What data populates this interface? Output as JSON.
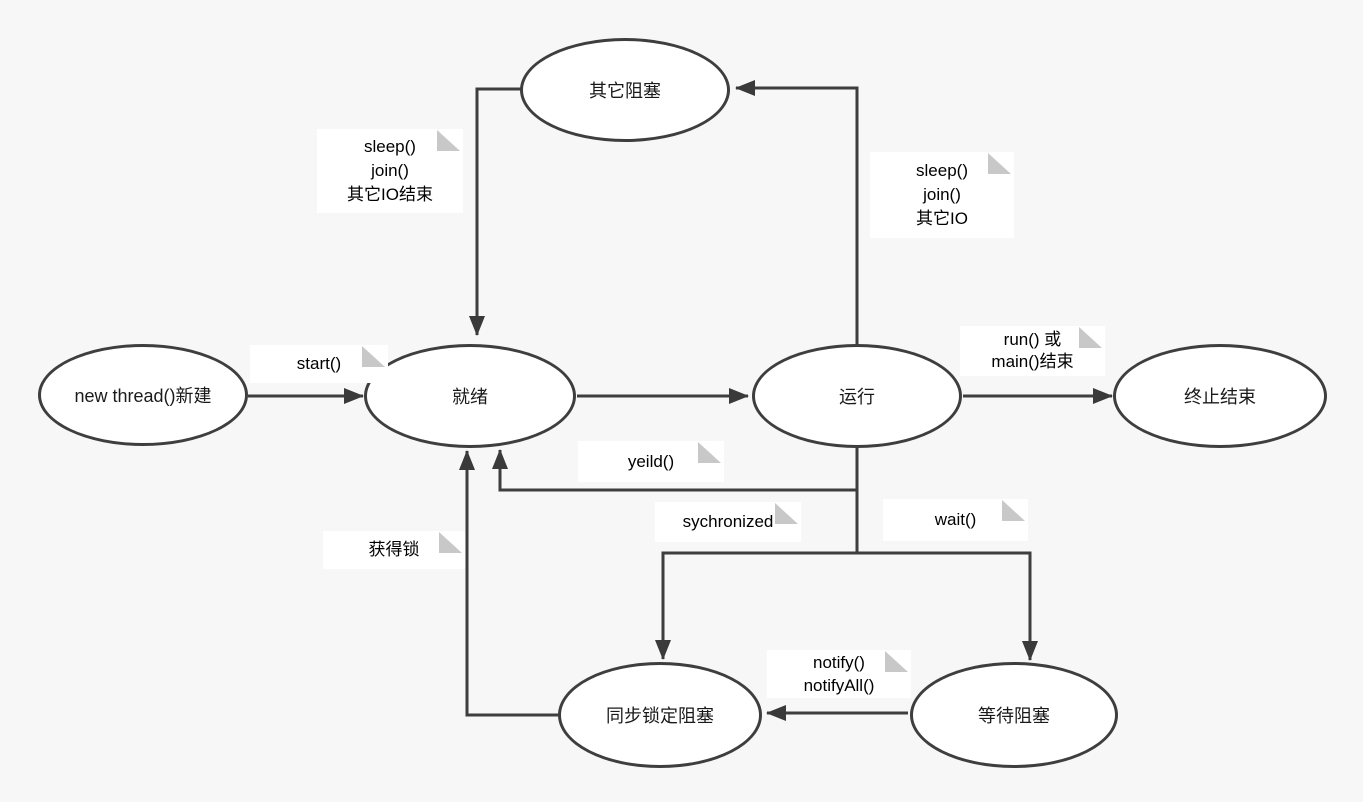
{
  "diagram": {
    "colors": {
      "background": "#f7f7f7",
      "stroke": "#3e3e3e",
      "node_fill": "#ffffff",
      "note_fill": "#ffffff",
      "note_fold": "#c8c8c8",
      "text": "#1a1a1a"
    },
    "nodes": [
      {
        "id": "other-block",
        "label": "其它阻塞"
      },
      {
        "id": "new-thread",
        "label": "new thread()新建"
      },
      {
        "id": "ready",
        "label": "就绪"
      },
      {
        "id": "running",
        "label": "运行"
      },
      {
        "id": "terminated",
        "label": "终止结束"
      },
      {
        "id": "sync-lock-block",
        "label": "同步锁定阻塞"
      },
      {
        "id": "wait-block",
        "label": "等待阻塞"
      }
    ],
    "notes": [
      {
        "id": "sleep-join-io-end",
        "text": "sleep()\njoin()\n其它IO结束"
      },
      {
        "id": "sleep-join-io",
        "text": "sleep()\njoin()\n其它IO"
      },
      {
        "id": "start",
        "text": "start()"
      },
      {
        "id": "run-or-main-end",
        "text": "run() 或\nmain()结束"
      },
      {
        "id": "yield",
        "text": "yeild()"
      },
      {
        "id": "synchronized",
        "text": "sychronized"
      },
      {
        "id": "wait",
        "text": "wait()"
      },
      {
        "id": "acquire-lock",
        "text": "获得锁"
      },
      {
        "id": "notify-notifyall",
        "text": "notify()\nnotifyAll()"
      }
    ]
  }
}
